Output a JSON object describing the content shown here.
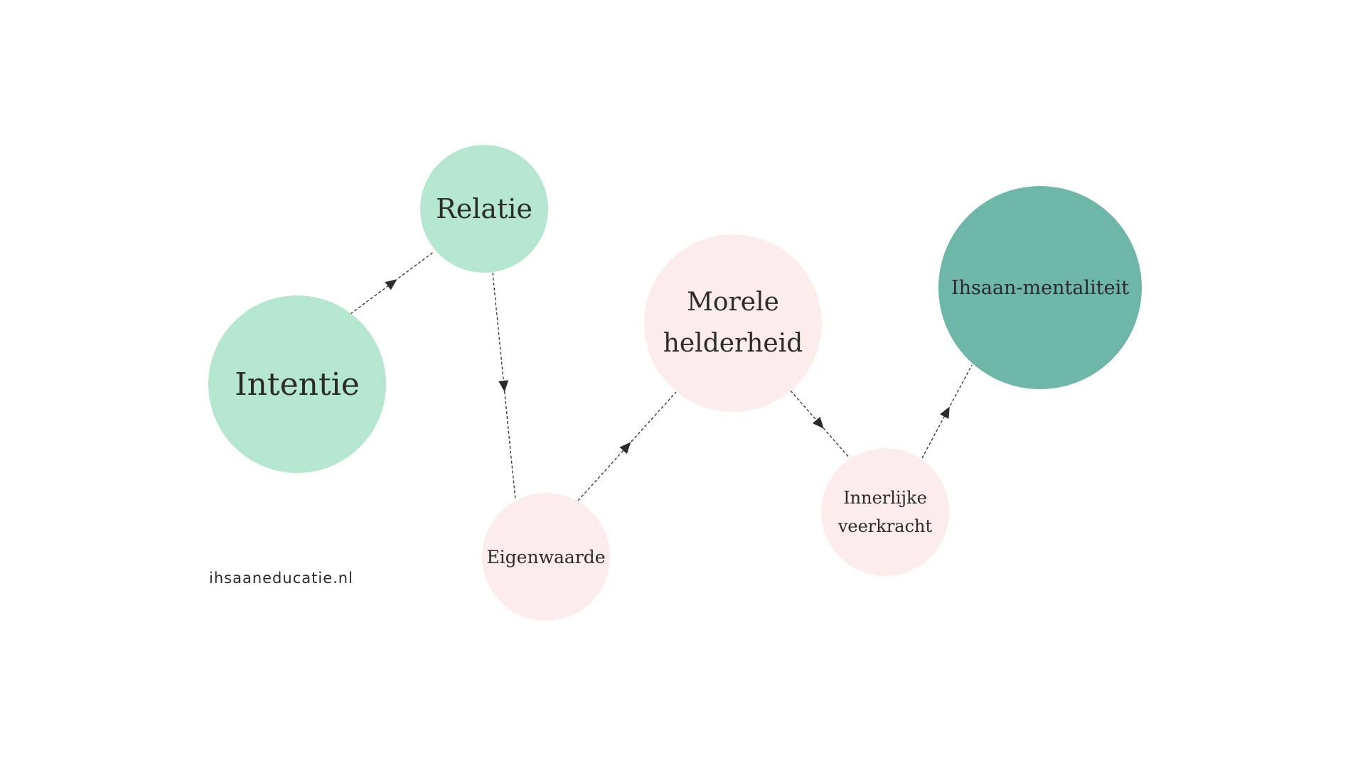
{
  "nodes": {
    "intentie": "Intentie",
    "relatie": "Relatie",
    "morele": "Morele helderheid",
    "ihsaan": "Ihsaan-mentaliteit",
    "eigenwaarde": "Eigenwaarde",
    "innerlijke": "Innerlijke veerkracht"
  },
  "colors": {
    "mint": "#b5e6d0",
    "pink": "#fdecec",
    "teal": "#6db6a8",
    "line": "#2b2b2b"
  },
  "footer": "ihsaaneducatie.nl"
}
